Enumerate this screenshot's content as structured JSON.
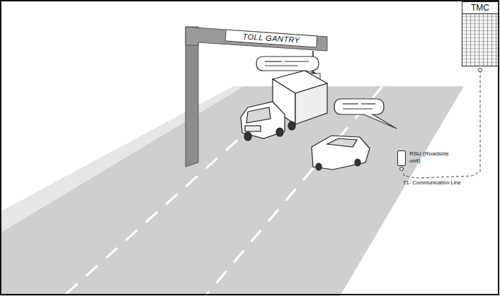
{
  "diagram": {
    "nodes": [
      {
        "text": [
          "TOLL GANTRY"
        ]
      },
      {
        "text": [
          "TMC"
        ]
      },
      {
        "text": [
          "RSU (Roadside unit)"
        ]
      }
    ],
    "edges": [
      {
        "from": 2,
        "to": 1,
        "arrow": "none",
        "label": "T1- Communication Line"
      }
    ]
  }
}
